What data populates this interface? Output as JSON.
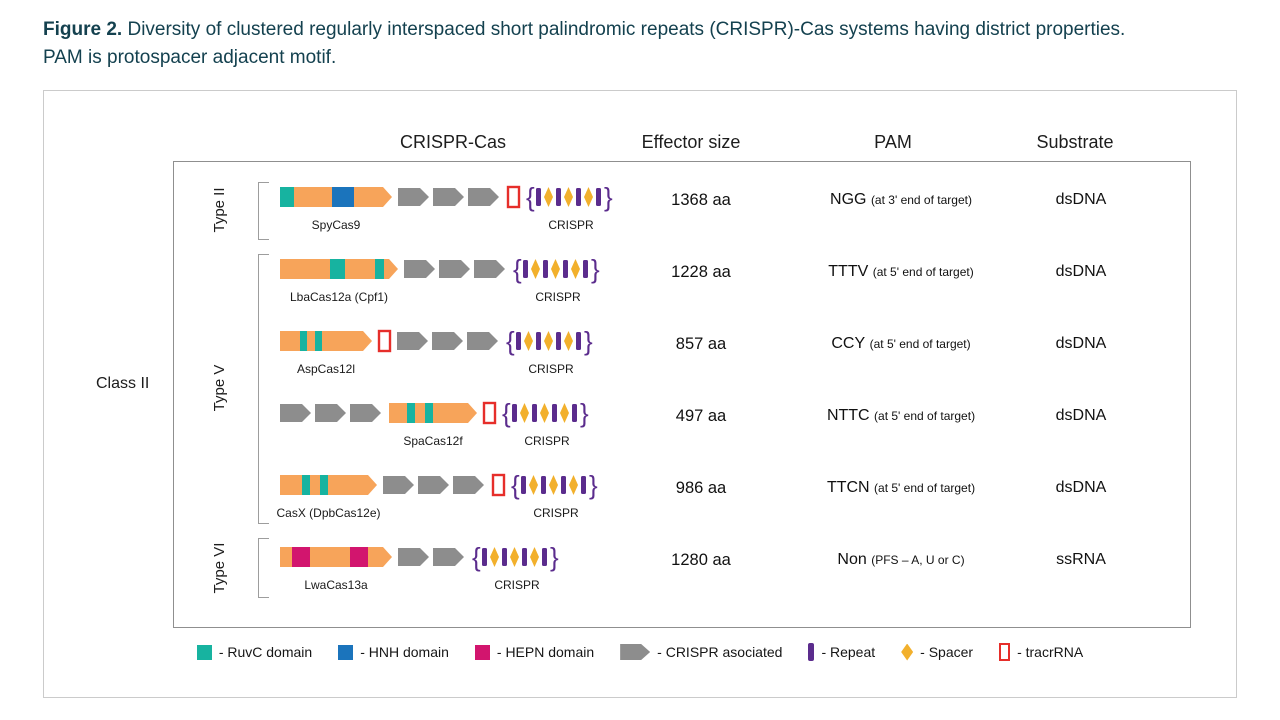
{
  "caption": {
    "label": "Figure 2.",
    "line1": "Diversity of clustered regularly interspaced short palindromic repeats (CRISPR)-Cas systems having district properties.",
    "line2": "PAM is protospacer adjacent motif."
  },
  "columns": {
    "crispr_cas": "CRISPR-Cas",
    "effector": "Effector size",
    "pam": "PAM",
    "substrate": "Substrate"
  },
  "class_label": "Class II",
  "groups": [
    {
      "label": "Type II"
    },
    {
      "label": "Type V"
    },
    {
      "label": "Type VI"
    }
  ],
  "rows": [
    {
      "name": "SpyCas9",
      "effector": "1368 aa",
      "pam": "NGG",
      "pam_note": "(at 3' end of target)",
      "substrate": "dsDNA",
      "crispr_label": "CRISPR",
      "diagram": [
        {
          "t": "gene",
          "segs": [
            [
              "ruvc",
              14
            ],
            [
              "gene",
              38
            ],
            [
              "hnh",
              22
            ],
            [
              "gene",
              38
            ]
          ]
        },
        {
          "t": "arrows",
          "n": 3
        },
        {
          "t": "tracr"
        },
        {
          "t": "array",
          "repeats": 4,
          "spacers": 3
        }
      ]
    },
    {
      "name": "LbaCas12a (Cpf1)",
      "effector": "1228 aa",
      "pam": "TTTV",
      "pam_note": "(at 5' end of target)",
      "substrate": "dsDNA",
      "crispr_label": "CRISPR",
      "diagram": [
        {
          "t": "gene",
          "segs": [
            [
              "gene",
              50
            ],
            [
              "ruvc",
              15
            ],
            [
              "gene",
              30
            ],
            [
              "ruvc",
              9
            ],
            [
              "gene",
              14
            ]
          ]
        },
        {
          "t": "arrows",
          "n": 3
        },
        {
          "t": "array",
          "repeats": 4,
          "spacers": 3
        }
      ]
    },
    {
      "name": "AspCas12l",
      "effector": "857 aa",
      "pam": "CCY",
      "pam_note": "(at 5' end of target)",
      "substrate": "dsDNA",
      "crispr_label": "CRISPR",
      "diagram": [
        {
          "t": "gene",
          "segs": [
            [
              "gene",
              20
            ],
            [
              "ruvc",
              7
            ],
            [
              "gene",
              8
            ],
            [
              "ruvc",
              7
            ],
            [
              "gene",
              50
            ]
          ]
        },
        {
          "t": "tracr"
        },
        {
          "t": "arrows",
          "n": 3
        },
        {
          "t": "array",
          "repeats": 4,
          "spacers": 3
        }
      ]
    },
    {
      "name": "SpaCas12f",
      "effector": "497 aa",
      "pam": "NTTC",
      "pam_note": "(at 5' end of target)",
      "substrate": "dsDNA",
      "crispr_label": "CRISPR",
      "diagram": [
        {
          "t": "arrows",
          "n": 3
        },
        {
          "t": "gene",
          "segs": [
            [
              "gene",
              18
            ],
            [
              "ruvc",
              8
            ],
            [
              "gene",
              10
            ],
            [
              "ruvc",
              8
            ],
            [
              "gene",
              44
            ]
          ]
        },
        {
          "t": "tracr"
        },
        {
          "t": "array",
          "repeats": 4,
          "spacers": 3
        }
      ]
    },
    {
      "name": "CasX (DpbCas12e)",
      "effector": "986 aa",
      "pam": "TTCN",
      "pam_note": "(at 5' end of target)",
      "substrate": "dsDNA",
      "crispr_label": "CRISPR",
      "diagram": [
        {
          "t": "gene",
          "segs": [
            [
              "gene",
              22
            ],
            [
              "ruvc",
              8
            ],
            [
              "gene",
              10
            ],
            [
              "ruvc",
              8
            ],
            [
              "gene",
              49
            ]
          ]
        },
        {
          "t": "arrows",
          "n": 3
        },
        {
          "t": "tracr"
        },
        {
          "t": "array",
          "repeats": 4,
          "spacers": 3
        }
      ]
    },
    {
      "name": "LwaCas13a",
      "effector": "1280 aa",
      "pam": "Non",
      "pam_note": "(PFS – A, U or C)",
      "substrate": "ssRNA",
      "crispr_label": "CRISPR",
      "diagram": [
        {
          "t": "gene",
          "segs": [
            [
              "gene",
              12
            ],
            [
              "hepn",
              18
            ],
            [
              "gene",
              40
            ],
            [
              "hepn",
              18
            ],
            [
              "gene",
              24
            ]
          ]
        },
        {
          "t": "arrows",
          "n": 2
        },
        {
          "t": "array",
          "repeats": 4,
          "spacers": 3
        }
      ]
    }
  ],
  "legend": [
    {
      "swatch": "ruvc-square-icon",
      "label": "- RuvC domain"
    },
    {
      "swatch": "hnh-square-icon",
      "label": "- HNH domain"
    },
    {
      "swatch": "hepn-square-icon",
      "label": "- HEPN domain"
    },
    {
      "swatch": "cas-arrow-icon",
      "label": "- CRISPR asociated"
    },
    {
      "swatch": "repeat-bar-icon",
      "label": "- Repeat"
    },
    {
      "swatch": "spacer-diamond-icon",
      "label": "- Spacer"
    },
    {
      "swatch": "tracrrna-box-icon",
      "label": "- tracrRNA"
    }
  ],
  "colors": {
    "caption": "#14414f",
    "ruvc": "#17b3a0",
    "hnh": "#1b74bc",
    "hepn": "#d2156e",
    "gene": "#f7a45a",
    "cas": "#8d8d8d",
    "repeat": "#5b2c8d",
    "spacer": "#f2b02c",
    "tracr": "#e62e2a"
  }
}
